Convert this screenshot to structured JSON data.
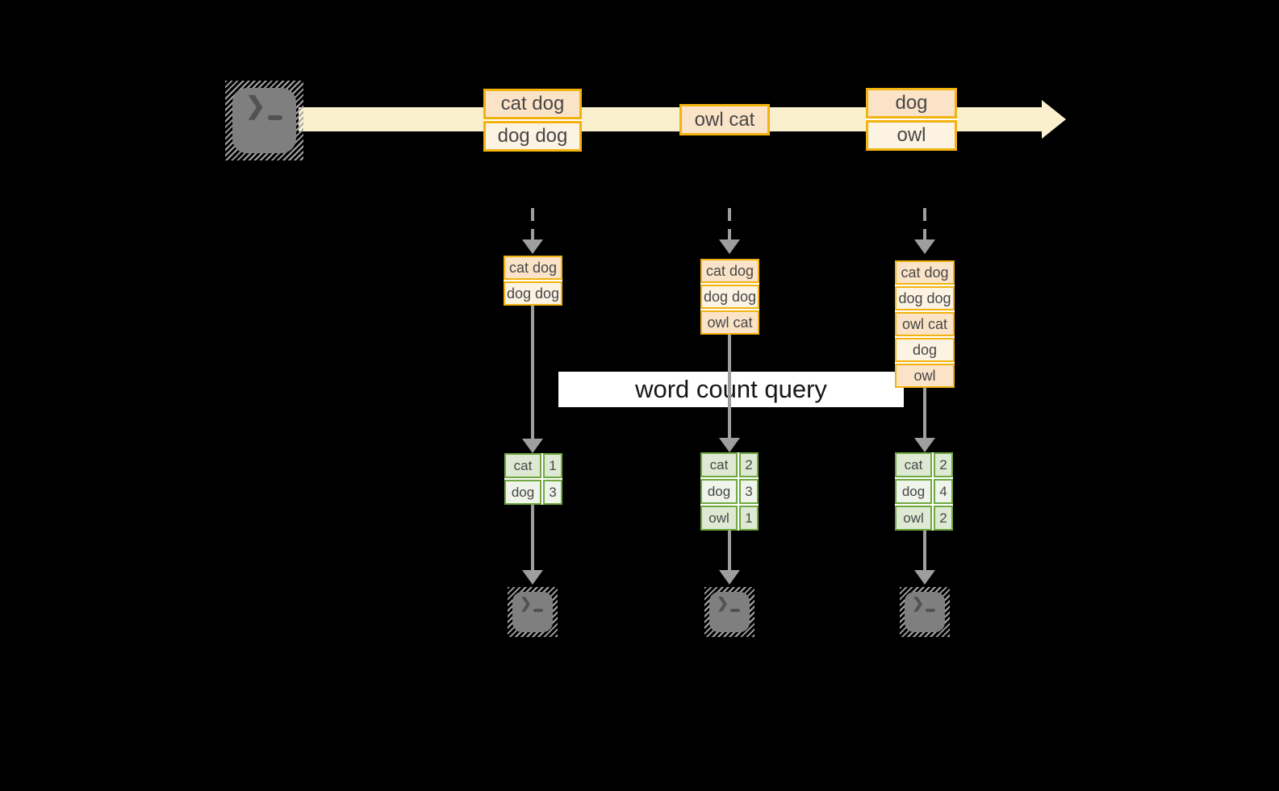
{
  "query_label": "word count query",
  "icons": {
    "terminal_glyph": "❯"
  },
  "stream": {
    "events": [
      {
        "rows": [
          "cat dog",
          "dog dog"
        ]
      },
      {
        "rows": [
          "owl cat"
        ]
      },
      {
        "rows": [
          "dog",
          "owl"
        ]
      }
    ]
  },
  "snapshots": [
    {
      "state": [
        "cat dog",
        "dog dog"
      ],
      "counts": [
        {
          "word": "cat",
          "count": "1"
        },
        {
          "word": "dog",
          "count": "3"
        }
      ]
    },
    {
      "state": [
        "cat dog",
        "dog dog",
        "owl cat"
      ],
      "counts": [
        {
          "word": "cat",
          "count": "2"
        },
        {
          "word": "dog",
          "count": "3"
        },
        {
          "word": "owl",
          "count": "1"
        }
      ]
    },
    {
      "state": [
        "cat dog",
        "dog dog",
        "owl cat",
        "dog",
        "owl"
      ],
      "counts": [
        {
          "word": "cat",
          "count": "2"
        },
        {
          "word": "dog",
          "count": "4"
        },
        {
          "word": "owl",
          "count": "2"
        }
      ]
    }
  ],
  "theme": {
    "background": "#000000",
    "stream-band": "#FBF0CE",
    "box-border": "#F2B30E",
    "cell-peach": "#FBE3C8",
    "cell-cream": "#FDF3E3",
    "table-border": "#6FA83F",
    "cell-green-dark": "#DEE9D4",
    "cell-green-light": "#EFF4EA",
    "arrow-gray": "#9E9E9E",
    "terminal-gray": "#7F7F7F",
    "label-bg": "#FFFFFF",
    "text-dark": "#474747"
  }
}
